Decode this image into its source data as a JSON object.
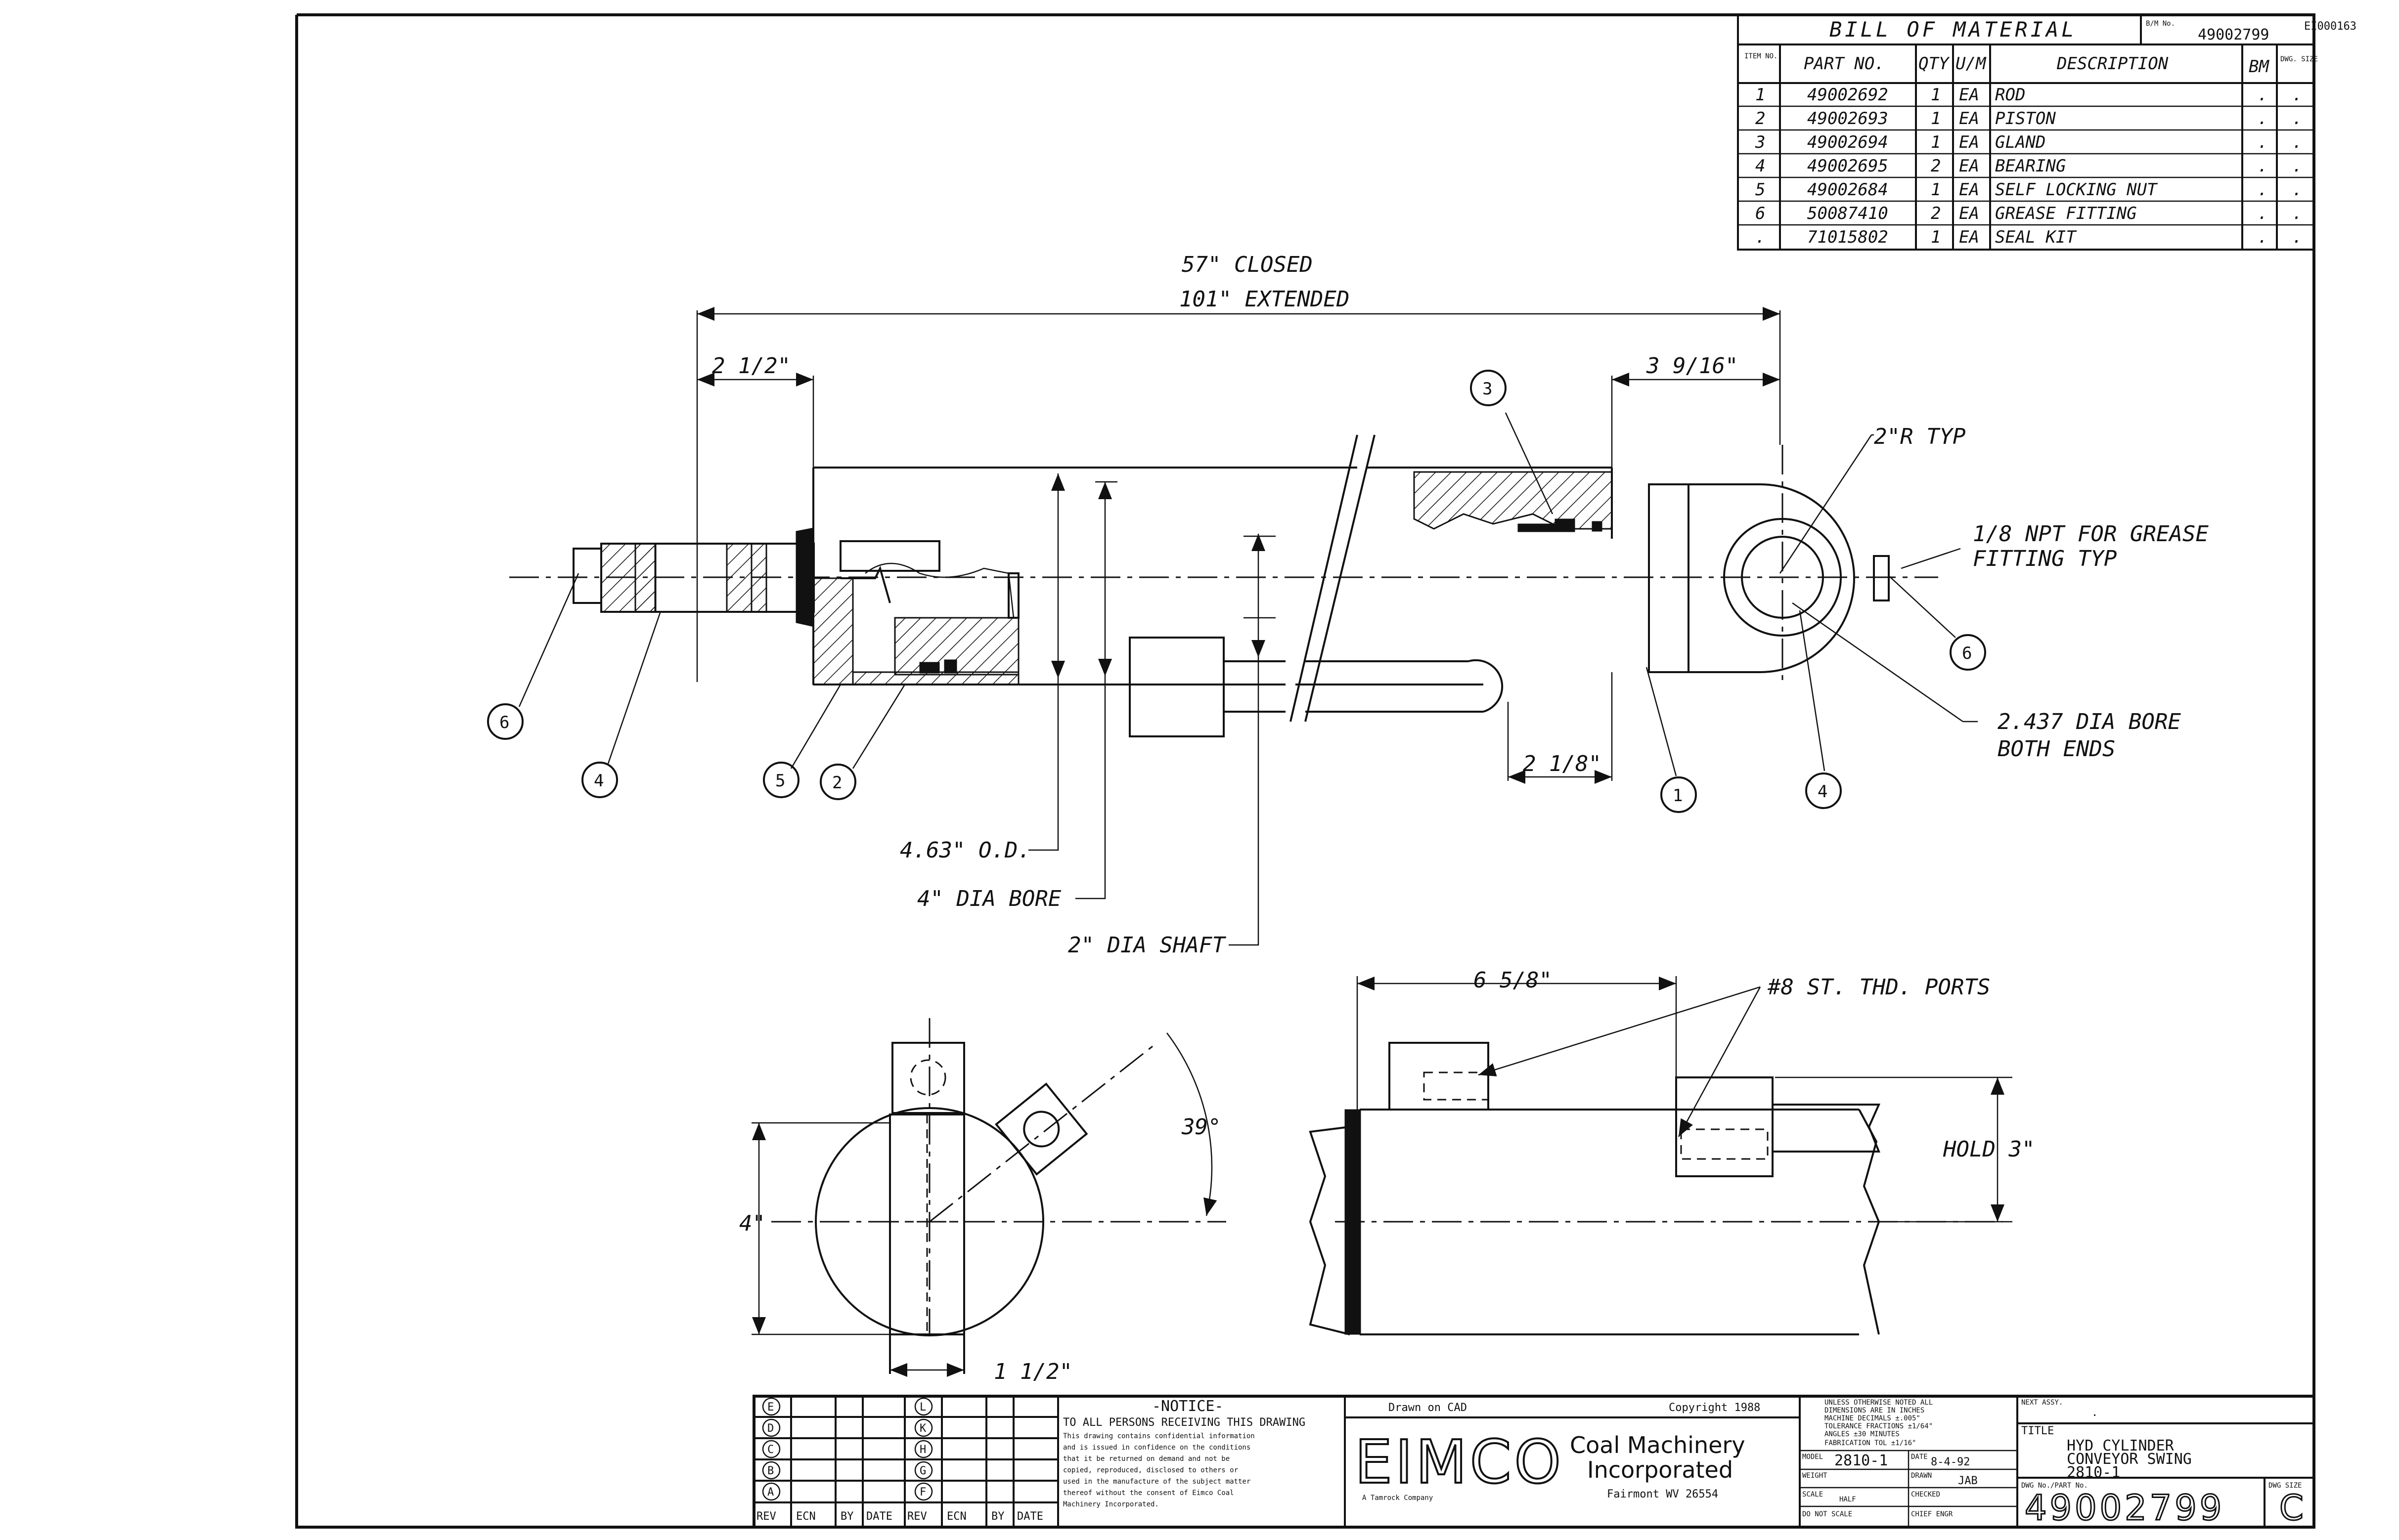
{
  "corner_id": "EI000163",
  "bom": {
    "title": "BILL OF MATERIAL",
    "bm_no_label": "B/M No.",
    "bm_no": "49002799",
    "headers": {
      "item": "ITEM NO.",
      "part": "PART NO.",
      "qty": "QTY",
      "um": "U/M",
      "desc": "DESCRIPTION",
      "bm": "BM",
      "dwg": "DWG. SIZE"
    },
    "rows": [
      {
        "item": "1",
        "part": "49002692",
        "qty": "1",
        "um": "EA",
        "desc": "ROD",
        "bm": ".",
        "dwg": "."
      },
      {
        "item": "2",
        "part": "49002693",
        "qty": "1",
        "um": "EA",
        "desc": "PISTON",
        "bm": ".",
        "dwg": "."
      },
      {
        "item": "3",
        "part": "49002694",
        "qty": "1",
        "um": "EA",
        "desc": "GLAND",
        "bm": ".",
        "dwg": "."
      },
      {
        "item": "4",
        "part": "49002695",
        "qty": "2",
        "um": "EA",
        "desc": "BEARING",
        "bm": ".",
        "dwg": "."
      },
      {
        "item": "5",
        "part": "49002684",
        "qty": "1",
        "um": "EA",
        "desc": "SELF LOCKING NUT",
        "bm": ".",
        "dwg": "."
      },
      {
        "item": "6",
        "part": "50087410",
        "qty": "2",
        "um": "EA",
        "desc": "GREASE FITTING",
        "bm": ".",
        "dwg": "."
      },
      {
        "item": ".",
        "part": "71015802",
        "qty": "1",
        "um": "EA",
        "desc": "SEAL KIT",
        "bm": ".",
        "dwg": "."
      }
    ]
  },
  "dims": {
    "closed": "57\" CLOSED",
    "extended": "101\" EXTENDED",
    "left_2_5": "2 1/2\"",
    "right_3_9": "3 9/16\"",
    "radius": "2\"R TYP",
    "npt_1": "1/8 NPT FOR GREASE",
    "npt_2": "FITTING TYP",
    "bore_1": "2.437 DIA BORE",
    "bore_2": "BOTH ENDS",
    "two_1_8": "2 1/8\"",
    "od": "4.63\" O.D.",
    "dia_bore": "4\" DIA BORE",
    "shaft": "2\" DIA SHAFT",
    "six_5_8": "6 5/8\"",
    "ports": "#8 ST. THD. PORTS",
    "angle": "39°",
    "hold": "HOLD 3\"",
    "four": "4\"",
    "one_1_2": "1 1/2\""
  },
  "bubbles": {
    "b3": "3",
    "b6a": "6",
    "b4a": "4",
    "b5": "5",
    "b2": "2",
    "b1": "1",
    "b4b": "4",
    "b6b": "6"
  },
  "title_block": {
    "rev_letters_left": [
      "E",
      "D",
      "C",
      "B",
      "A"
    ],
    "rev_letters_right": [
      "L",
      "K",
      "H",
      "G",
      "F"
    ],
    "rev_headers": [
      "REV",
      "ECN",
      "BY",
      "DATE",
      "REV",
      "ECN",
      "BY",
      "DATE"
    ],
    "notice_title": "-NOTICE-",
    "notice_lines": [
      "TO ALL PERSONS RECEIVING THIS DRAWING",
      "This drawing contains confidential information",
      "and is issued in confidence on the conditions",
      "that it be returned on demand and not be",
      "copied, reproduced, disclosed to others or",
      "used in the manufacture of the subject matter",
      "thereof without the consent of Eimco Coal",
      "Machinery Incorporated."
    ],
    "drawn_on": "Drawn on CAD",
    "copyright": "Copyright 1988",
    "logo": "EIMCO",
    "logo_sub": "A Tamrock Company",
    "company_1": "Coal Machinery",
    "company_2": "Incorporated",
    "company_3": "Fairmont WV 26554",
    "tolerance_lines": [
      "UNLESS OTHERWISE NOTED ALL",
      "DIMENSIONS ARE IN INCHES",
      "MACHINE DECIMALS ±.005\"",
      "TOLERANCE FRACTIONS ±1/64\"",
      "ANGLES ±30 MINUTES",
      "FABRICATION TOL ±1/16\""
    ],
    "model_label": "MODEL",
    "model": "2810-1",
    "date_label": "DATE",
    "date": "8-4-92",
    "weight_label": "WEIGHT",
    "drawn_label": "DRAWN",
    "drawn": "JAB",
    "scale_label": "SCALE",
    "scale": "HALF",
    "checked_label": "CHECKED",
    "no_scale": "DO NOT SCALE",
    "chief_label": "CHIEF ENGR",
    "next_assy_label": "NEXT ASSY.",
    "next_assy": ".",
    "title_label": "TITLE",
    "title_1": "HYD CYLINDER",
    "title_2": "CONVEYOR SWING",
    "title_3": "2810-1",
    "dwg_no_label": "DWG No./PART No.",
    "dwg_no": "49002799",
    "size_label": "DWG SIZE",
    "size": "C"
  }
}
